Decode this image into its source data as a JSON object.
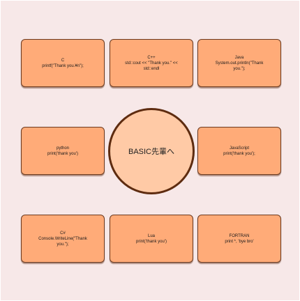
{
  "center": {
    "label": "BASIC先輩へ"
  },
  "cards": [
    {
      "lang": "C",
      "code": "printf(\"Thank you.¥n\");"
    },
    {
      "lang": "C++",
      "code": "std::cout << \"Thank you.\" <<\nstd::endl"
    },
    {
      "lang": "Java",
      "code": "System.out.println(\"Thank\nyou.\");"
    },
    {
      "lang": "python",
      "code": "print('thank you')"
    },
    {
      "lang": "JavaScript",
      "code": "print('thank you');"
    },
    {
      "lang": "C#",
      "code": "Console.WriteLine(\"Thank\nyou.\");"
    },
    {
      "lang": "Lua",
      "code": "print('thank you')"
    },
    {
      "lang": "FORTRAN",
      "code": "print *, 'bye bro'"
    }
  ],
  "colors": {
    "background": "#f7e8e8",
    "card_fill": "#ffab78",
    "card_border": "#6b3a1f",
    "circle_fill": "#ffcaa6",
    "circle_border": "#5e2c10"
  }
}
